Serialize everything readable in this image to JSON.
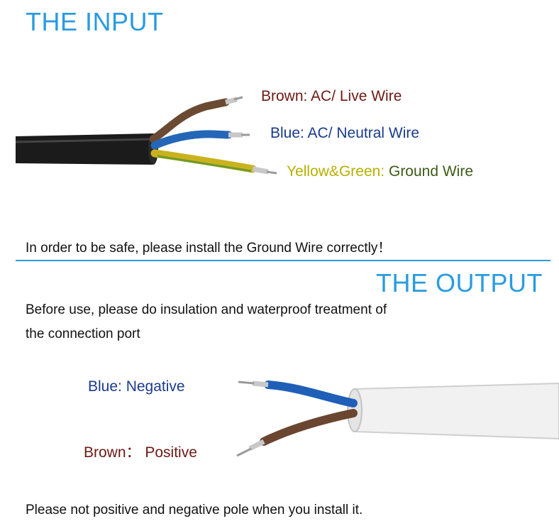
{
  "input": {
    "heading": "THE INPUT",
    "labels": {
      "brown": "Brown: AC/ Live Wire",
      "blue": "Blue: AC/ Neutral Wire",
      "yellow_prefix": "Yellow&Green: ",
      "yellow_suffix": "Ground Wire"
    },
    "safety_note": "In order to be safe, please install the Ground Wire correctly！"
  },
  "output": {
    "heading": "THE OUTPUT",
    "note_line1": "Before use, please do insulation and waterproof treatment of",
    "note_line2": "the connection port",
    "labels": {
      "blue": "Blue:  Negative",
      "brown": "Brown： Positive"
    },
    "polarity_note": "Please not positive and negative pole when you install it."
  },
  "colors": {
    "accent": "#2a9be0",
    "brown_text": "#6b1a14",
    "blue_text": "#1a3a8c",
    "yellow_text": "#b8b000",
    "green_text": "#3d5a16"
  }
}
